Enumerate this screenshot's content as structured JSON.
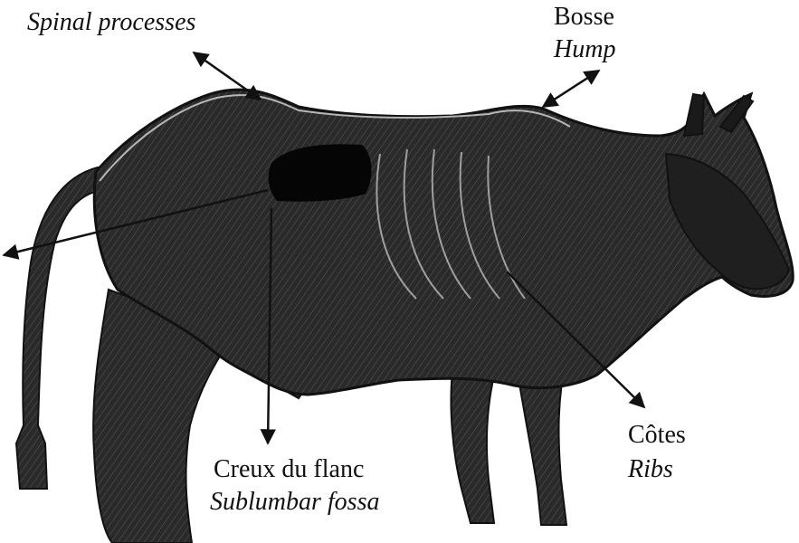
{
  "labels": {
    "spinal_processes": "Spinal processes",
    "hump_fr": "Bosse",
    "hump_en": "Hump",
    "ribs_fr": "Côtes",
    "ribs_en": "Ribs",
    "fossa_fr": "Creux du flanc",
    "fossa_en": "Sublumbar fossa"
  },
  "colors": {
    "body": "#2a2a2a",
    "dark": "#050505",
    "line": "#111111",
    "highlight": "#d8d8d8",
    "background": "#ffffff"
  }
}
